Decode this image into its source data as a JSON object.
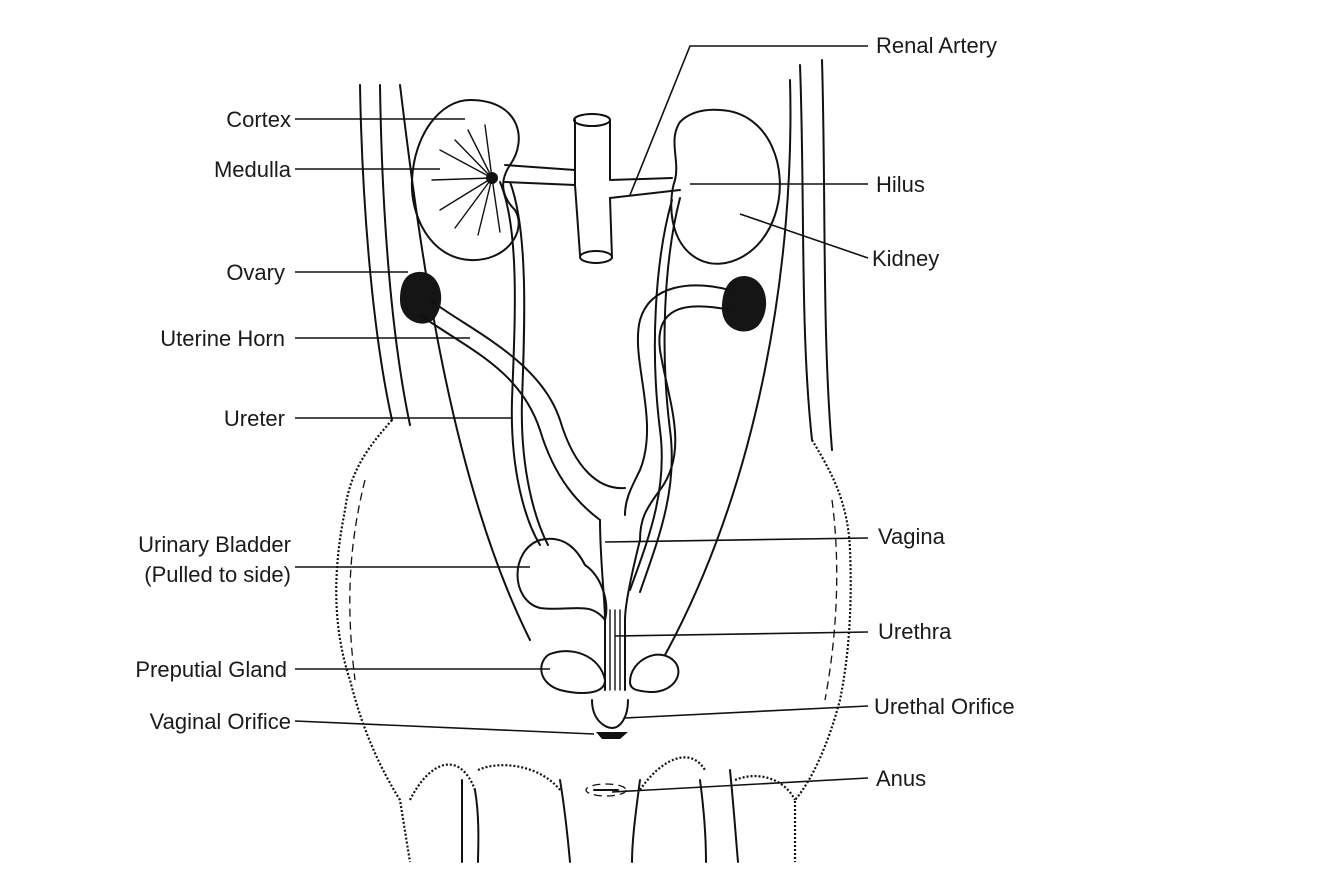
{
  "diagram": {
    "labels": {
      "cortex": "Cortex",
      "medulla": "Medulla",
      "ovary": "Ovary",
      "uterine_horn": "Uterine Horn",
      "ureter": "Ureter",
      "urinary_bladder_line1": "Urinary Bladder",
      "urinary_bladder_line2": "(Pulled to side)",
      "preputial_gland": "Preputial Gland",
      "vaginal_orifice": "Vaginal Orifice",
      "renal_artery": "Renal Artery",
      "hilus": "Hilus",
      "kidney": "Kidney",
      "vagina": "Vagina",
      "urethra": "Urethra",
      "urethal_orifice": "Urethal Orifice",
      "anus": "Anus"
    }
  }
}
